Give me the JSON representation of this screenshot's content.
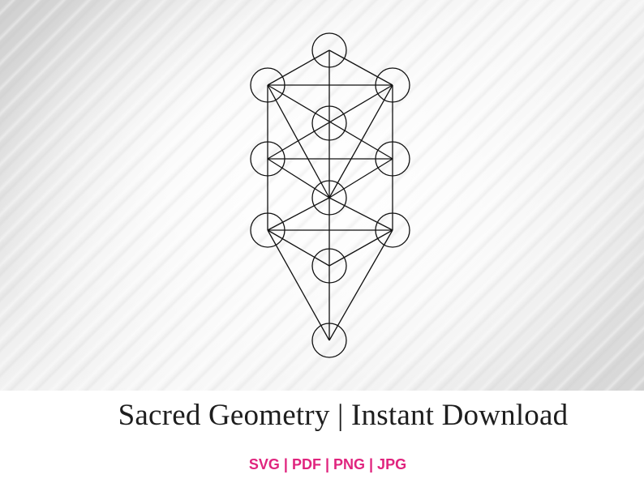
{
  "title": "Sacred Geometry | Instant Download",
  "formats": "SVG | PDF | PNG | JPG",
  "colors": {
    "title_text": "#1e1e1e",
    "formats_text": "#e0247e",
    "line": "#111111",
    "band": "#ffffff"
  },
  "illustration": "tree-of-life-sacred-geometry"
}
